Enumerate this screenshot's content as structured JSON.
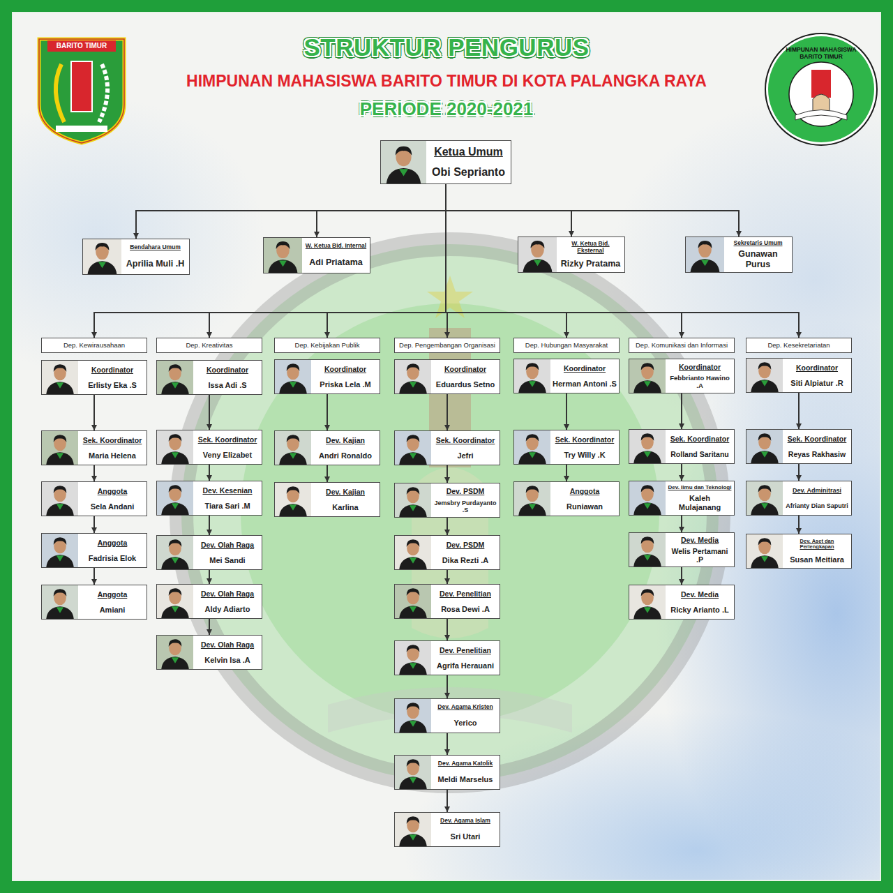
{
  "diagram": {
    "title": "STRUKTUR PENGURUS",
    "nodes": [
      {
        "text": [
          "Ketua Umum",
          "Obi Seprianto"
        ]
      },
      {
        "text": [
          "Bendahara Umum",
          "Aprilia Muli .H"
        ]
      },
      {
        "text": [
          "W. Ketua Bid. Internal",
          "Adi Priatama"
        ]
      },
      {
        "text": [
          "W. Ketua Bid. Eksternal",
          "Rizky Pratama"
        ]
      },
      {
        "text": [
          "Sekretaris Umum",
          "Gunawan Purus"
        ]
      },
      {
        "text": [
          "Dep. Kewirausahaan"
        ]
      },
      {
        "text": [
          "Koordinator",
          "Erlisty Eka .S"
        ]
      },
      {
        "text": [
          "Sek. Koordinator",
          "Maria Helena"
        ]
      },
      {
        "text": [
          "Anggota",
          "Sela Andani"
        ]
      },
      {
        "text": [
          "Anggota",
          "Fadrisia Elok"
        ]
      },
      {
        "text": [
          "Anggota",
          "Amiani"
        ]
      },
      {
        "text": [
          "Dep. Kreativitas"
        ]
      },
      {
        "text": [
          "Koordinator",
          "Issa Adi .S"
        ]
      },
      {
        "text": [
          "Sek. Koordinator",
          "Veny Elizabet"
        ]
      },
      {
        "text": [
          "Dev. Kesenian",
          "Tiara Sari .M"
        ]
      },
      {
        "text": [
          "Dev. Olah Raga",
          "Mei Sandi"
        ]
      },
      {
        "text": [
          "Dev. Olah Raga",
          "Aldy Adiarto"
        ]
      },
      {
        "text": [
          "Dev. Olah Raga",
          "Kelvin Isa .A"
        ]
      },
      {
        "text": [
          "Dep. Kebijakan Publik"
        ]
      },
      {
        "text": [
          "Koordinator",
          "Priska Lela .M"
        ]
      },
      {
        "text": [
          "Dev. Kajian",
          "Andri Ronaldo"
        ]
      },
      {
        "text": [
          "Dev. Kajian",
          "Karlina"
        ]
      },
      {
        "text": [
          "Dep. Pengembangan Organisasi"
        ]
      },
      {
        "text": [
          "Koordinator",
          "Eduardus Setno"
        ]
      },
      {
        "text": [
          "Sek. Koordinator",
          "Jefri"
        ]
      },
      {
        "text": [
          "Dev. PSDM",
          "Jemsbry Purdayanto .S"
        ]
      },
      {
        "text": [
          "Dev. PSDM",
          "Dika Rezti .A"
        ]
      },
      {
        "text": [
          "Dev. Penelitian",
          "Rosa Dewi .A"
        ]
      },
      {
        "text": [
          "Dev. Penelitian",
          "Agrifa Herauani"
        ]
      },
      {
        "text": [
          "Dev. Agama Kristen",
          "Yerico"
        ]
      },
      {
        "text": [
          "Dev. Agama Katolik",
          "Meldi Marselus"
        ]
      },
      {
        "text": [
          "Dev. Agama Islam",
          "Sri Utari"
        ]
      },
      {
        "text": [
          "Dep. Hubungan Masyarakat"
        ]
      },
      {
        "text": [
          "Koordinator",
          "Herman Antoni .S"
        ]
      },
      {
        "text": [
          "Sek. Koordinator",
          "Try Willy .K"
        ]
      },
      {
        "text": [
          "Anggota",
          "Runiawan"
        ]
      },
      {
        "text": [
          "Dep. Komunikasi dan Informasi"
        ]
      },
      {
        "text": [
          "Koordinator",
          "Febbrianto Hawino .A"
        ]
      },
      {
        "text": [
          "Sek. Koordinator",
          "Rolland Saritanu"
        ]
      },
      {
        "text": [
          "Dev. Ilmu dan Teknologi",
          "Kaleh Mulajanang"
        ]
      },
      {
        "text": [
          "Dev. Media",
          "Welis Pertamani .P"
        ]
      },
      {
        "text": [
          "Dev. Media",
          "Ricky Arianto .L"
        ]
      },
      {
        "text": [
          "Dep. Kesekretariatan"
        ]
      },
      {
        "text": [
          "Koordinator",
          "Siti Alpiatur .R"
        ]
      },
      {
        "text": [
          "Sek. Koordinator",
          "Reyas Rakhasiw"
        ]
      },
      {
        "text": [
          "Dev. Adminitrasi",
          "Afrianty Dian Saputri"
        ]
      },
      {
        "text": [
          "Dev. Aset dan Perlengkapan",
          "Susan Meitiara"
        ]
      }
    ],
    "edges": [
      {
        "from": 0,
        "to": 1,
        "arrow": "to"
      },
      {
        "from": 0,
        "to": 2,
        "arrow": "to"
      },
      {
        "from": 0,
        "to": 3,
        "arrow": "to"
      },
      {
        "from": 0,
        "to": 4,
        "arrow": "to"
      },
      {
        "from": 0,
        "to": 5,
        "arrow": "to"
      },
      {
        "from": 0,
        "to": 11,
        "arrow": "to"
      },
      {
        "from": 0,
        "to": 18,
        "arrow": "to"
      },
      {
        "from": 0,
        "to": 22,
        "arrow": "to"
      },
      {
        "from": 0,
        "to": 32,
        "arrow": "to"
      },
      {
        "from": 0,
        "to": 36,
        "arrow": "to"
      },
      {
        "from": 0,
        "to": 42,
        "arrow": "to"
      },
      {
        "from": 6,
        "to": 7,
        "arrow": "to"
      },
      {
        "from": 7,
        "to": 8,
        "arrow": "to"
      },
      {
        "from": 8,
        "to": 9,
        "arrow": "to"
      },
      {
        "from": 9,
        "to": 10,
        "arrow": "to"
      },
      {
        "from": 12,
        "to": 13,
        "arrow": "to"
      },
      {
        "from": 13,
        "to": 14,
        "arrow": "to"
      },
      {
        "from": 14,
        "to": 15,
        "arrow": "to"
      },
      {
        "from": 15,
        "to": 16,
        "arrow": "to"
      },
      {
        "from": 16,
        "to": 17,
        "arrow": "to"
      },
      {
        "from": 19,
        "to": 20,
        "arrow": "to"
      },
      {
        "from": 20,
        "to": 21,
        "arrow": "to"
      },
      {
        "from": 23,
        "to": 24,
        "arrow": "to"
      },
      {
        "from": 24,
        "to": 25,
        "arrow": "to"
      },
      {
        "from": 25,
        "to": 26,
        "arrow": "to"
      },
      {
        "from": 26,
        "to": 27,
        "arrow": "to"
      },
      {
        "from": 27,
        "to": 28,
        "arrow": "to"
      },
      {
        "from": 28,
        "to": 29,
        "arrow": "to"
      },
      {
        "from": 29,
        "to": 30,
        "arrow": "to"
      },
      {
        "from": 30,
        "to": 31,
        "arrow": "to"
      },
      {
        "from": 33,
        "to": 34,
        "arrow": "to"
      },
      {
        "from": 34,
        "to": 35,
        "arrow": "to"
      },
      {
        "from": 37,
        "to": 38,
        "arrow": "to"
      },
      {
        "from": 38,
        "to": 39,
        "arrow": "to"
      },
      {
        "from": 39,
        "to": 40,
        "arrow": "to"
      },
      {
        "from": 40,
        "to": 41,
        "arrow": "to"
      },
      {
        "from": 43,
        "to": 44,
        "arrow": "to"
      },
      {
        "from": 44,
        "to": 45,
        "arrow": "to"
      },
      {
        "from": 45,
        "to": 46,
        "arrow": "to"
      }
    ],
    "labels": [
      "HIMPUNAN MAHASISWA BARITO TIMUR DI KOTA PALANGKA RAYA",
      "PERIODE 2020-2021",
      "BARITO TIMUR",
      "HIMPUNAN MAHASISWA BARITO TIMUR"
    ]
  }
}
